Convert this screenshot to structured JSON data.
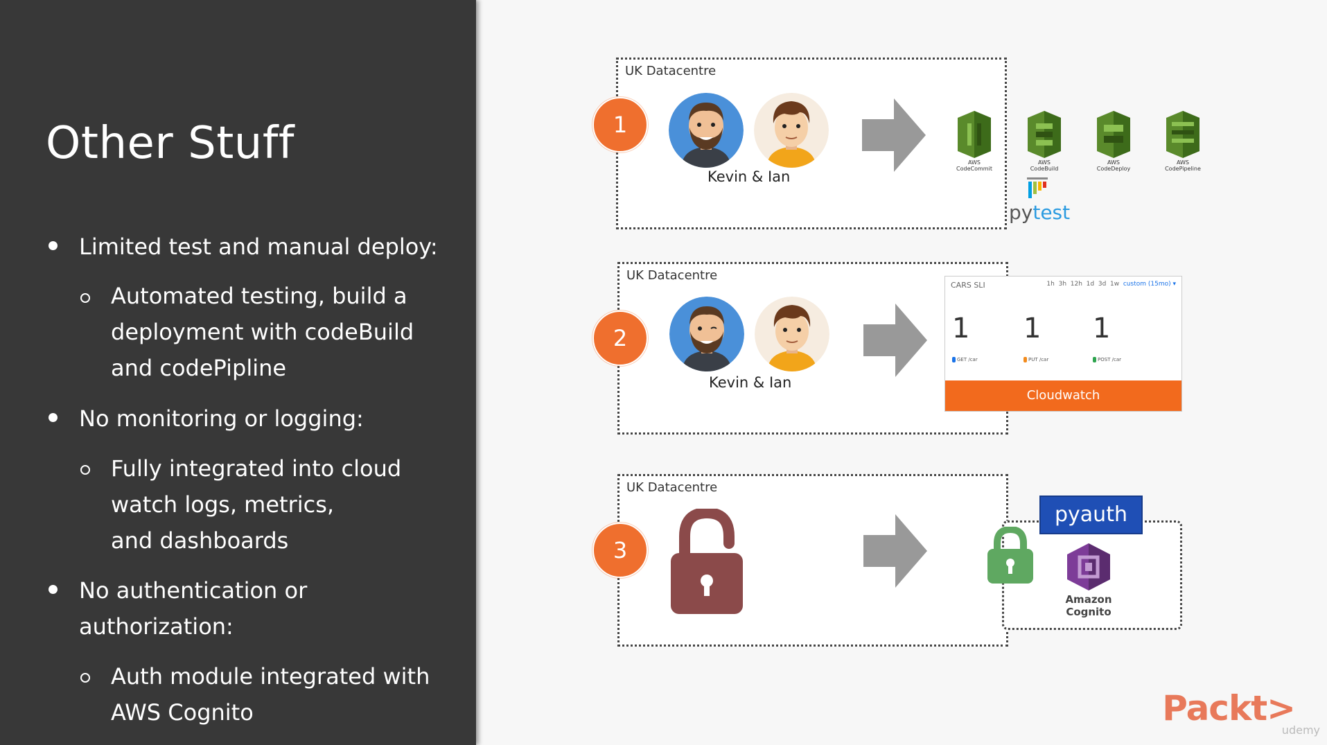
{
  "slide": {
    "title": "Other Stuff",
    "bullets": [
      {
        "text": "Limited test and manual deploy:",
        "sub": [
          "Automated testing, build a",
          "deployment with codeBuild",
          "and codePipline"
        ]
      },
      {
        "text": "No monitoring or logging:",
        "sub": [
          "Fully integrated into cloud",
          "watch logs, metrics,",
          "and dashboards"
        ]
      },
      {
        "text_lines": [
          "No authentication or",
          "authorization:"
        ],
        "sub": [
          "Auth module integrated with",
          "AWS Cognito"
        ]
      }
    ]
  },
  "panels": [
    {
      "label": "UK Datacentre",
      "number": "1",
      "people": "Kevin & Ian",
      "aws_services": [
        {
          "line1": "AWS",
          "line2": "CodeCommit",
          "icon": "aws-codecommit-icon"
        },
        {
          "line1": "AWS",
          "line2": "CodeBuild",
          "icon": "aws-codebuild-icon"
        },
        {
          "line1": "AWS",
          "line2": "CodeDeploy",
          "icon": "aws-codedeploy-icon"
        },
        {
          "line1": "AWS",
          "line2": "CodePipeline",
          "icon": "aws-codepipeline-icon"
        }
      ],
      "pytest": {
        "py": "py",
        "test": "test"
      }
    },
    {
      "label": "UK Datacentre",
      "number": "2",
      "people": "Kevin & Ian",
      "dashboard": {
        "header": "CARS SLI",
        "ranges": [
          "1h",
          "3h",
          "12h",
          "1d",
          "3d",
          "1w"
        ],
        "active_range": "custom (15mo) ▾",
        "values": [
          {
            "value": "1",
            "label": "GET /car",
            "color": "#1a73e8"
          },
          {
            "value": "1",
            "label": "PUT /car",
            "color": "#f28b1d"
          },
          {
            "value": "1",
            "label": "POST /car",
            "color": "#2ea44f"
          }
        ],
        "caption": "Cloudwatch"
      }
    },
    {
      "label": "UK Datacentre",
      "number": "3",
      "auth": {
        "module": "pyauth",
        "service_line1": "Amazon",
        "service_line2": "Cognito"
      }
    }
  ],
  "colors": {
    "left_bg": "#383838",
    "accent_orange": "#ef6f2e",
    "cloudwatch_orange": "#f26a1d",
    "pyauth_blue": "#1f4fb5",
    "lock_red": "#8b4a4a",
    "lock_green": "#5fa861",
    "arrow_gray": "#999999"
  },
  "branding": {
    "packt": "Packt>",
    "udemy": "udemy"
  }
}
